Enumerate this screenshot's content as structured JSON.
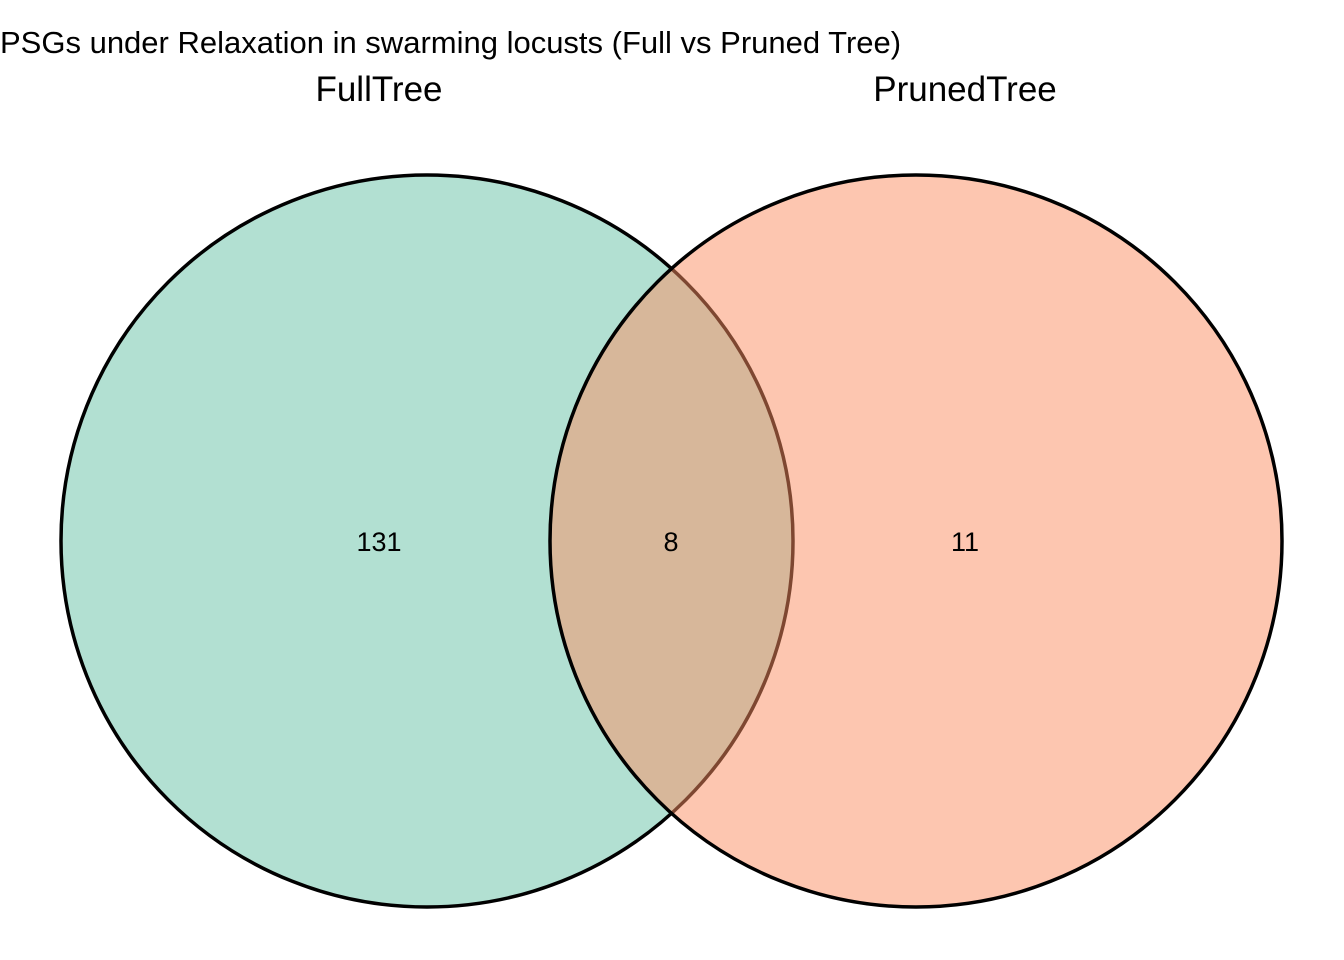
{
  "title": "PSGs under Relaxation in swarming locusts (Full vs Pruned Tree)",
  "sets": [
    {
      "name": "FullTree",
      "only_count": "131",
      "fill_color": "#66C2A5"
    },
    {
      "name": "PrunedTree",
      "only_count": "11",
      "fill_color": "#FC8D62"
    }
  ],
  "intersection": {
    "count": "8"
  },
  "colors": {
    "outline": "#000000",
    "fill_opacity": 0.5
  }
}
